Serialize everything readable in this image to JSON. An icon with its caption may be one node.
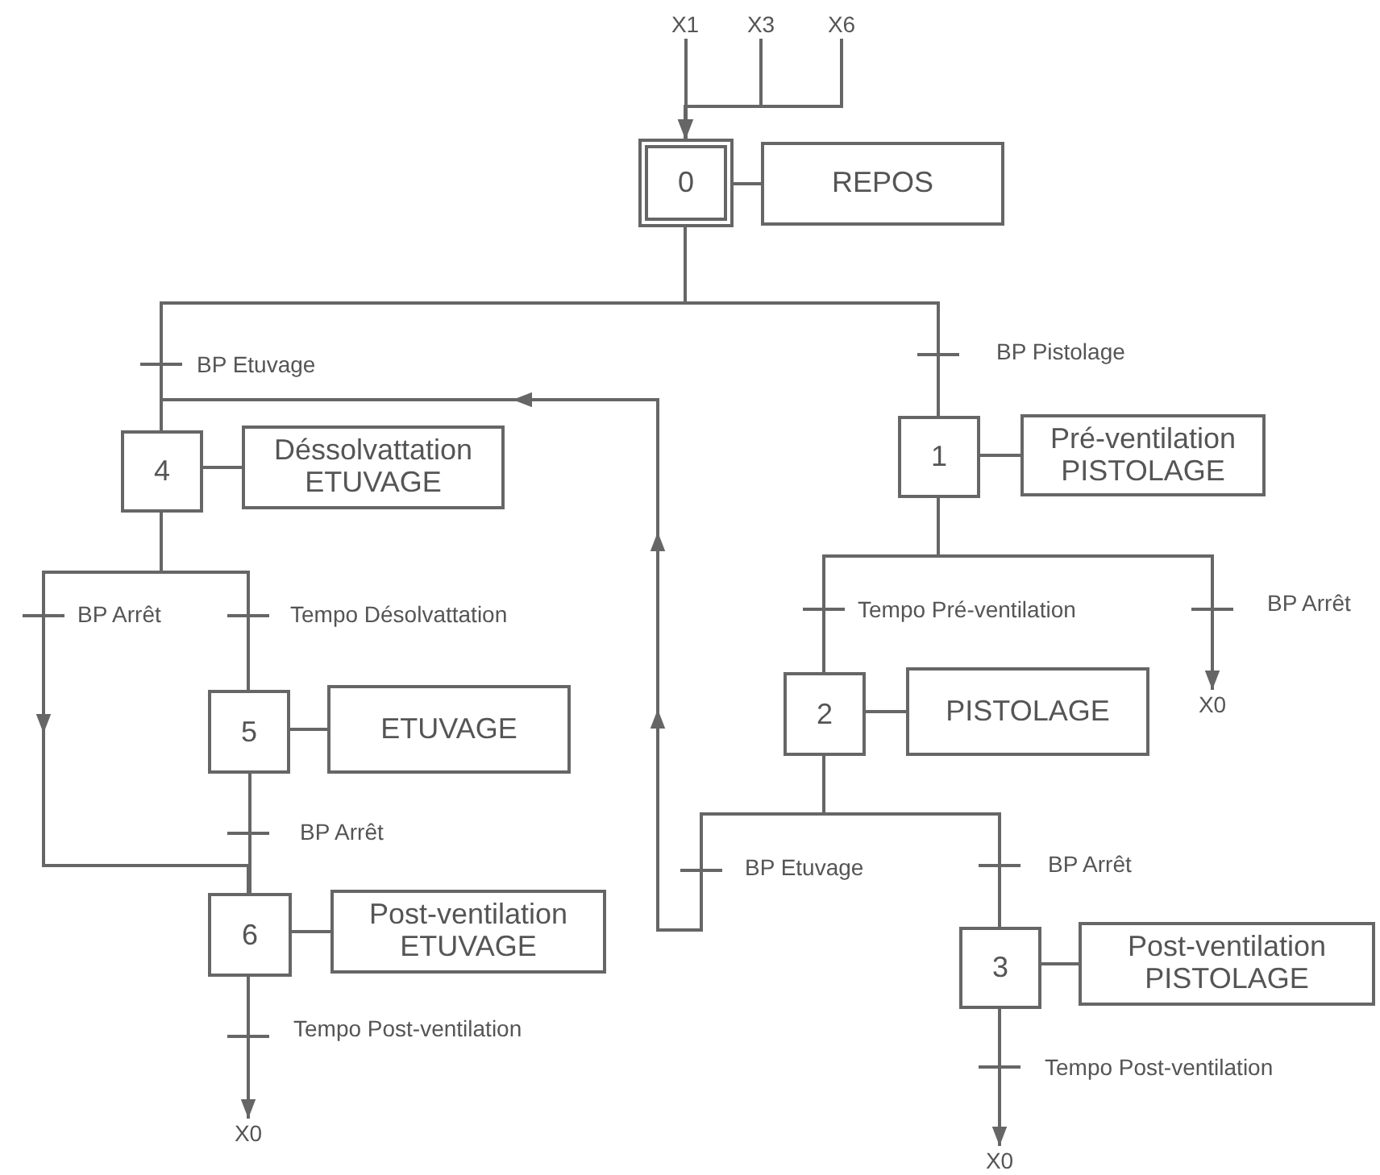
{
  "diagram": {
    "nodes": [
      {
        "text": [
          "X1"
        ]
      },
      {
        "text": [
          "X3"
        ]
      },
      {
        "text": [
          "X6"
        ]
      },
      {
        "text": [
          "0"
        ]
      },
      {
        "text": [
          "REPOS"
        ]
      },
      {
        "text": [
          "4"
        ]
      },
      {
        "text": [
          "Déssolvattation ETUVAGE"
        ]
      },
      {
        "text": [
          "1"
        ]
      },
      {
        "text": [
          "Pré-ventilation PISTOLAGE"
        ]
      },
      {
        "text": [
          "5"
        ]
      },
      {
        "text": [
          "ETUVAGE"
        ]
      },
      {
        "text": [
          "2"
        ]
      },
      {
        "text": [
          "PISTOLAGE"
        ]
      },
      {
        "text": [
          "6"
        ]
      },
      {
        "text": [
          "Post-ventilation ETUVAGE"
        ]
      },
      {
        "text": [
          "3"
        ]
      },
      {
        "text": [
          "Post-ventilation PISTOLAGE"
        ]
      },
      {
        "text": [
          "X0"
        ]
      },
      {
        "text": [
          "X0"
        ]
      },
      {
        "text": [
          "X0"
        ]
      }
    ],
    "edges": [
      {
        "from": 0,
        "to": 3,
        "arrow": "to"
      },
      {
        "from": 1,
        "to": 3,
        "arrow": "to"
      },
      {
        "from": 2,
        "to": 3,
        "arrow": "to"
      },
      {
        "from": 3,
        "to": 4,
        "arrow": "none"
      },
      {
        "from": 3,
        "to": 5,
        "arrow": "none",
        "label": "BP Etuvage"
      },
      {
        "from": 3,
        "to": 7,
        "arrow": "none",
        "label": "BP Pistolage"
      },
      {
        "from": 5,
        "to": 6,
        "arrow": "none"
      },
      {
        "from": 5,
        "to": 9,
        "arrow": "none",
        "label": "Tempo Désolvattation"
      },
      {
        "from": 5,
        "to": 13,
        "arrow": "to",
        "label": "BP Arrêt"
      },
      {
        "from": 9,
        "to": 10,
        "arrow": "none"
      },
      {
        "from": 9,
        "to": 13,
        "arrow": "none",
        "label": "BP Arrêt"
      },
      {
        "from": 13,
        "to": 14,
        "arrow": "none"
      },
      {
        "from": 13,
        "to": 18,
        "arrow": "to",
        "label": "Tempo Post-ventilation"
      },
      {
        "from": 7,
        "to": 8,
        "arrow": "none"
      },
      {
        "from": 7,
        "to": 11,
        "arrow": "none",
        "label": "Tempo Pré-ventilation"
      },
      {
        "from": 7,
        "to": 17,
        "arrow": "to",
        "label": "BP Arrêt"
      },
      {
        "from": 11,
        "to": 12,
        "arrow": "none"
      },
      {
        "from": 11,
        "to": 5,
        "arrow": "to",
        "label": "BP Etuvage"
      },
      {
        "from": 11,
        "to": 15,
        "arrow": "none",
        "label": "BP Arrêt"
      },
      {
        "from": 15,
        "to": 16,
        "arrow": "none"
      },
      {
        "from": 15,
        "to": 19,
        "arrow": "to",
        "label": "Tempo Post-ventilation"
      }
    ]
  }
}
